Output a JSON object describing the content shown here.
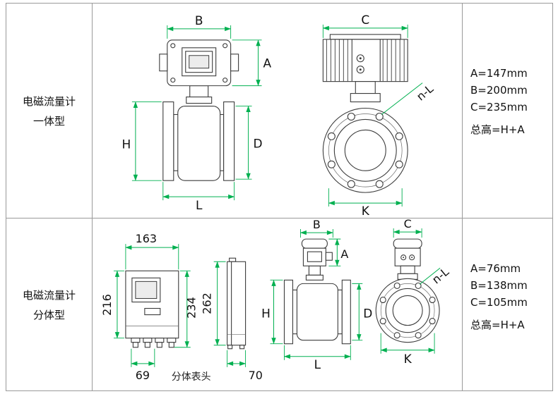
{
  "colors": {
    "dimension_green": "#00b050",
    "drawing_gray": "#3c3c3c",
    "table_border_gray": "#9a9a9a"
  },
  "rows": [
    {
      "label_line1": "电磁流量计",
      "label_line2": "一体型",
      "front_dims": {
        "b": "B",
        "a": "A",
        "h": "H",
        "d": "D",
        "l": "L"
      },
      "side_dims": {
        "c": "C",
        "k": "K",
        "nl": "n-L"
      },
      "specs": {
        "a": "A=147mm",
        "b": "B=200mm",
        "c": "C=235mm",
        "total": "总高=H+A"
      }
    },
    {
      "label_line1": "电磁流量计",
      "label_line2": "分体型",
      "converter": {
        "width": "163",
        "height_left": "216",
        "height_right": "234",
        "bottom_width": "69",
        "side_height": "262",
        "side_width": "70",
        "caption": "分体表头"
      },
      "front_dims": {
        "b": "B",
        "a": "A",
        "h": "H",
        "d": "D",
        "l": "L"
      },
      "side_dims": {
        "c": "C",
        "k": "K",
        "nl": "n-L"
      },
      "specs": {
        "a": "A=76mm",
        "b": "B=138mm",
        "c": "C=105mm",
        "total": "总高=H+A"
      }
    }
  ]
}
